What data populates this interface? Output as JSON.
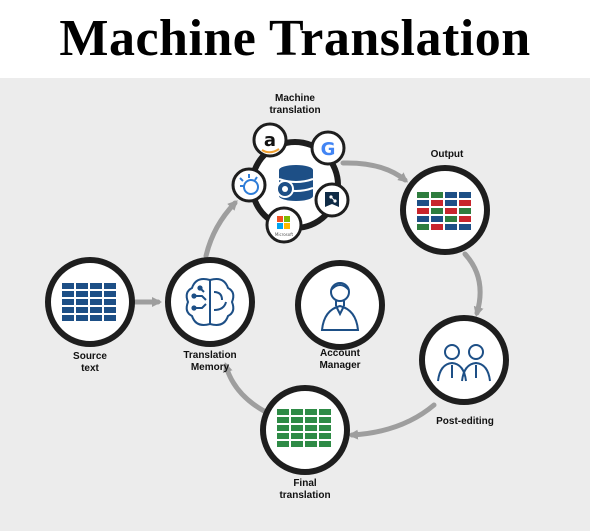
{
  "title": "Machine Translation",
  "nodes": {
    "machine_translation": {
      "label": "Machine\ntranslation",
      "icon": "database-gear-icon"
    },
    "output": {
      "label": "Output",
      "icon": "table-icon",
      "colors": [
        "#2e7d3e",
        "#1d4f86",
        "#c8252c"
      ]
    },
    "post_editing": {
      "label": "Post-editing",
      "icon": "two-people-icon"
    },
    "final_translation": {
      "label": "Final\ntranslation",
      "icon": "table-icon",
      "colors": [
        "#2e8b46"
      ]
    },
    "translation_memory": {
      "label": "Translation\nMemory",
      "icon": "brain-circuit-icon"
    },
    "source_text": {
      "label": "Source\ntext",
      "icon": "table-icon",
      "colors": [
        "#1d4f86"
      ]
    },
    "account_manager": {
      "label": "Account\nManager",
      "icon": "person-icon"
    }
  },
  "providers": [
    {
      "name": "amazon",
      "icon": "amazon-logo-icon",
      "glyph": "a"
    },
    {
      "name": "google",
      "icon": "google-logo-icon",
      "glyph": "G"
    },
    {
      "name": "ibm-watson",
      "icon": "ibm-watson-logo-icon"
    },
    {
      "name": "deepl",
      "icon": "deepl-logo-icon"
    },
    {
      "name": "microsoft",
      "icon": "microsoft-logo-icon",
      "caption": "Microsoft"
    }
  ],
  "colors": {
    "ring": "#1e1e1e",
    "arrow": "#9e9e9e",
    "icon_blue": "#1d4f86",
    "table_blue": "#1d4f86",
    "table_green": "#2e8b46",
    "table_red": "#c8252c"
  }
}
